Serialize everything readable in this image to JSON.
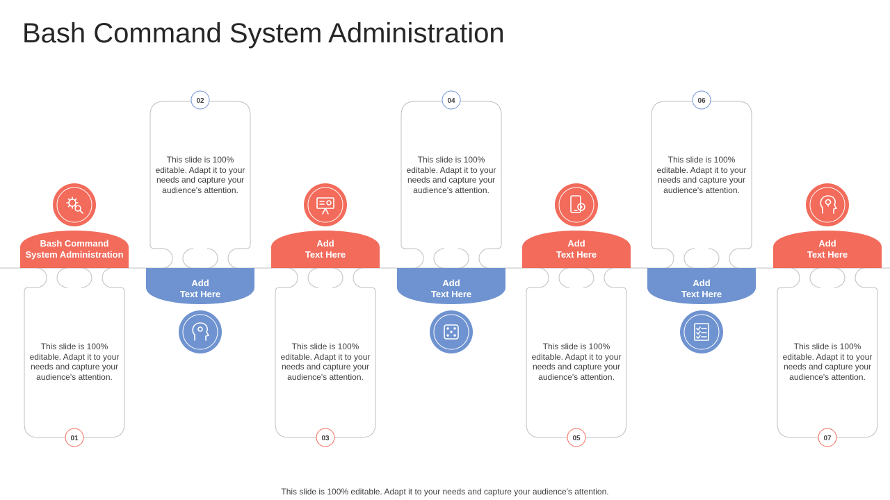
{
  "title": "Bash Command System Administration",
  "footer": "This slide is 100% editable. Adapt it to your needs and capture your audience's attention.",
  "colors": {
    "accent_top": "#f26b5b",
    "accent_bottom": "#6f93d0",
    "outline": "#bfbfbf"
  },
  "steps": [
    {
      "number": "01",
      "label": "Bash Command\nSystem Administration",
      "text": "This slide is 100% editable. Adapt it to your needs and capture your audience's attention.",
      "icon": "gear-search-icon"
    },
    {
      "number": "02",
      "label": "Add\nText Here",
      "text": "This slide is 100% editable. Adapt it to your needs and capture your audience's attention.",
      "icon": "head-gear-icon"
    },
    {
      "number": "03",
      "label": "Add\nText Here",
      "text": "This slide is 100% editable. Adapt it to your needs and capture your audience's attention.",
      "icon": "presentation-board-icon"
    },
    {
      "number": "04",
      "label": "Add\nText Here",
      "text": "This slide is 100% editable. Adapt it to your needs and capture your audience's attention.",
      "icon": "dice-icon"
    },
    {
      "number": "05",
      "label": "Add\nText Here",
      "text": "This slide is 100% editable. Adapt it to your needs and capture your audience's attention.",
      "icon": "mobile-settings-icon"
    },
    {
      "number": "06",
      "label": "Add\nText Here",
      "text": "This slide is 100% editable. Adapt it to your needs and capture your audience's attention.",
      "icon": "checklist-icon"
    },
    {
      "number": "07",
      "label": "Add\nText Here",
      "text": "This slide is 100% editable. Adapt it to your needs and capture your audience's attention.",
      "icon": "head-idea-icon"
    }
  ]
}
